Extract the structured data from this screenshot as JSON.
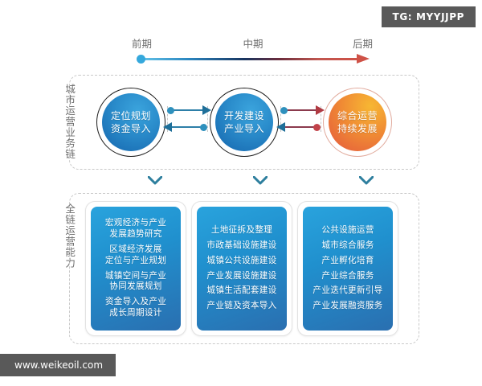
{
  "tag_badge": {
    "label": "TG: MYYJJPP"
  },
  "footer": {
    "label": "www.weikeoil.com"
  },
  "timeline": {
    "labels": [
      "前期",
      "中期",
      "后期"
    ],
    "start_color": "#35a8dc",
    "mid_color": "#18345f",
    "end_color": "#cf5247"
  },
  "sections": [
    {
      "vertical_label": "城市运营业务链"
    },
    {
      "vertical_label": "全链运营能力"
    }
  ],
  "flow": {
    "nodes": [
      {
        "line1": "定位规划",
        "line2": "资金导入",
        "color": "#2a8ccb",
        "tone": "cool"
      },
      {
        "line1": "开发建设",
        "line2": "产业导入",
        "color": "#2a8ccb",
        "tone": "cool"
      },
      {
        "line1": "综合运营",
        "line2": "持续发展",
        "color": "#ef8034",
        "tone": "warm"
      }
    ]
  },
  "capabilities": [
    {
      "items": [
        "宏观经济与产业\n发展趋势研究",
        "区域经济发展\n定位与产业规划",
        "城镇空间与产业\n协同发展规划",
        "资金导入及产业\n成长周期设计"
      ]
    },
    {
      "items": [
        "土地征拆及整理",
        "市政基础设施建设",
        "城镇公共设施建设",
        "产业发展设施建设",
        "城镇生活配套建设",
        "产业链及资本导入"
      ]
    },
    {
      "items": [
        "公共设施运营",
        "城市综合服务",
        "产业孵化培育",
        "产业综合服务",
        "产业迭代更新引导",
        "产业发展融资服务"
      ]
    }
  ]
}
